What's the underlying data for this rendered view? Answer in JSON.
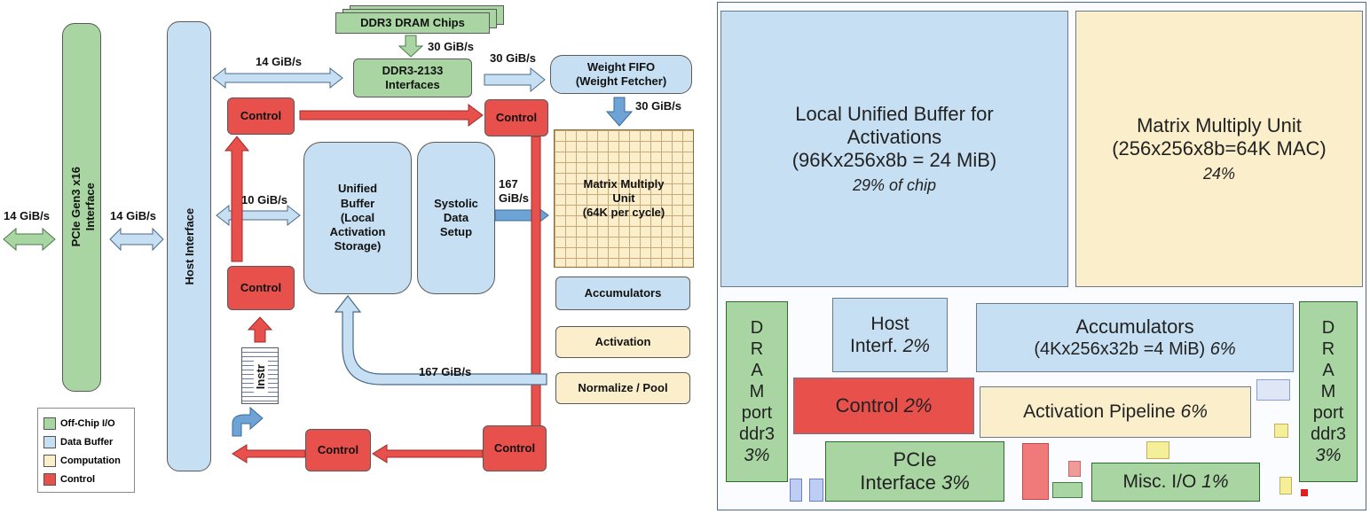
{
  "left": {
    "pcie": "PCIe Gen3 x16\nInterface",
    "host_interface": "Host Interface",
    "ddr_chips": "DDR3 DRAM Chips",
    "ddr_if": "DDR3-2133\nInterfaces",
    "weight_fifo": "Weight FIFO\n(Weight Fetcher)",
    "control": "Control",
    "unified_buffer": "Unified\nBuffer\n(Local\nActivation\nStorage)",
    "systolic": "Systolic\nData\nSetup",
    "mmu": "Matrix Multiply\nUnit\n(64K per cycle)",
    "accumulators": "Accumulators",
    "activation": "Activation",
    "normalize": "Normalize / Pool",
    "instr": "Instr",
    "bw": {
      "ext": "14 GiB/s",
      "pcie_host": "14 GiB/s",
      "host_ddr": "14 GiB/s",
      "chips_if": "30 GiB/s",
      "if_fifo": "30 GiB/s",
      "fifo_mmu": "30 GiB/s",
      "host_ub": "10 GiB/s",
      "sys_mmu": "167\nGiB/s",
      "return": "167 GiB/s"
    },
    "legend": {
      "offchip": "Off-Chip I/O",
      "databuf": "Data Buffer",
      "comp": "Computation",
      "ctrl": "Control"
    }
  },
  "right": {
    "lub": "Local Unified Buffer for\nActivations\n(96Kx256x8b = 24 MiB)",
    "lub_pct": "29% of chip",
    "mmu": "Matrix Multiply Unit\n(256x256x8b=64K MAC)",
    "mmu_pct": "24%",
    "dram": "D\nR\nA\nM\nport\nddr3",
    "dram_pct": "3%",
    "host": "Host\nInterf.",
    "host_pct": "2%",
    "acc": "Accumulators",
    "acc_sub": "(4Kx256x32b =4 MiB)",
    "acc_pct": "6%",
    "control": "Control",
    "control_pct": "2%",
    "act": "Activation Pipeline",
    "act_pct": "6%",
    "pcie": "PCIe\nInterface",
    "pcie_pct": "3%",
    "misc": "Misc. I/O",
    "misc_pct": "1%"
  }
}
